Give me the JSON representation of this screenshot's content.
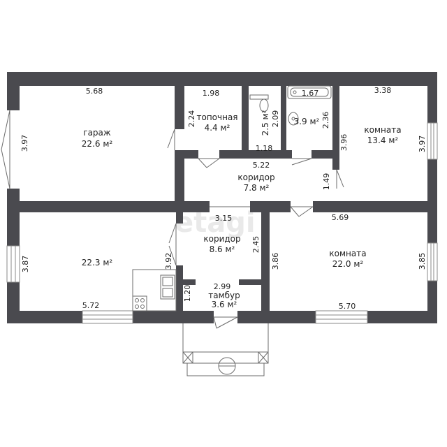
{
  "watermark": "etagi",
  "rooms": {
    "garage": {
      "name": "гараж",
      "area": "22.6 м²"
    },
    "boiler": {
      "name": "топочная",
      "area": "4.4 м²"
    },
    "wc": {
      "area": "2.5 м²"
    },
    "bath": {
      "area": "3.9 м²"
    },
    "room_ne": {
      "name": "комната",
      "area": "13.4 м²"
    },
    "corridor_top": {
      "name": "коридор",
      "area": "7.8 м²"
    },
    "kitchen": {
      "area": "22.3 м²"
    },
    "corridor_mid": {
      "name": "коридор",
      "area": "8.6 м²"
    },
    "room_se": {
      "name": "комната",
      "area": "22.0 м²"
    },
    "vestibule": {
      "name": "тамбур",
      "area": "3.6 м²"
    }
  },
  "dims": {
    "garage_w": "5.68",
    "garage_h": "3.97",
    "boiler_w": "1.98",
    "boiler_h": "2.24",
    "wc_h": "2.09",
    "wc_w": "1.18",
    "bath_w": "1.67",
    "bath_h": "2.36",
    "room_ne_w": "3.38",
    "room_ne_h_left": "3.96",
    "room_ne_h_right": "3.97",
    "corridor_top_w": "5.22",
    "corridor_top_h": "1.49",
    "kitchen_h": "3.87",
    "kitchen_w": "5.72",
    "corridor_mid_w": "3.15",
    "corridor_mid_h_left": "3.92",
    "corridor_mid_h_right": "2.45",
    "room_se_w_top": "5.69",
    "room_se_h_left": "3.86",
    "room_se_h_right": "3.85",
    "room_se_w_bottom": "5.70",
    "vestibule_w": "2.99",
    "vestibule_h": "1.20"
  }
}
